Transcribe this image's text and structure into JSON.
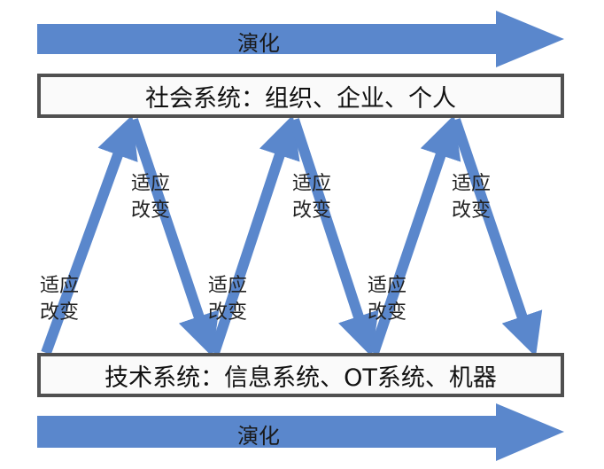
{
  "top_arrow": {
    "label": "演化"
  },
  "bottom_arrow": {
    "label": "演化"
  },
  "social_system": {
    "label": "社会系统：组织、企业、个人"
  },
  "tech_system": {
    "label": "技术系统：信息系统、OT系统、机器"
  },
  "adapt_labels": [
    {
      "line1": "适应",
      "line2": "改变"
    },
    {
      "line1": "适应",
      "line2": "改变"
    },
    {
      "line1": "适应",
      "line2": "改变"
    },
    {
      "line1": "适应",
      "line2": "改变"
    },
    {
      "line1": "适应",
      "line2": "改变"
    },
    {
      "line1": "适应",
      "line2": "改变"
    }
  ],
  "colors": {
    "arrow": "#5a87cc",
    "border": "#505050"
  }
}
